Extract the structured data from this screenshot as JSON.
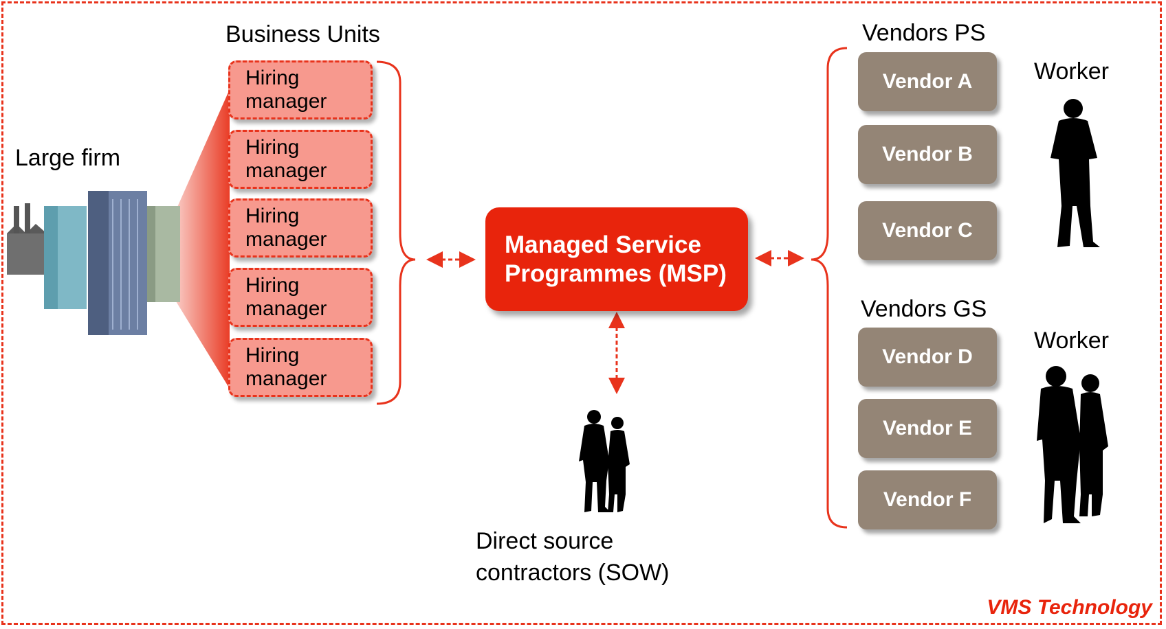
{
  "labels": {
    "large_firm": "Large firm",
    "business_units": "Business Units",
    "vendors_ps": "Vendors PS",
    "vendors_gs": "Vendors GS",
    "worker_top": "Worker",
    "worker_bottom": "Worker",
    "direct_line1": "Direct source",
    "direct_line2": "contractors (SOW)",
    "footer": "VMS Technology"
  },
  "hiring_managers": [
    {
      "line1": "Hiring",
      "line2": "manager"
    },
    {
      "line1": "Hiring",
      "line2": "manager"
    },
    {
      "line1": "Hiring",
      "line2": "manager"
    },
    {
      "line1": "Hiring",
      "line2": "manager"
    },
    {
      "line1": "Hiring",
      "line2": "manager"
    }
  ],
  "msp": {
    "line1": "Managed Service",
    "line2": "Programmes (MSP)"
  },
  "vendors_ps_list": [
    "Vendor A",
    "Vendor B",
    "Vendor C"
  ],
  "vendors_gs_list": [
    "Vendor D",
    "Vendor E",
    "Vendor F"
  ],
  "colors": {
    "accent": "#e8240c",
    "hiring_fill": "#f7998e",
    "vendor_fill": "#948576"
  }
}
